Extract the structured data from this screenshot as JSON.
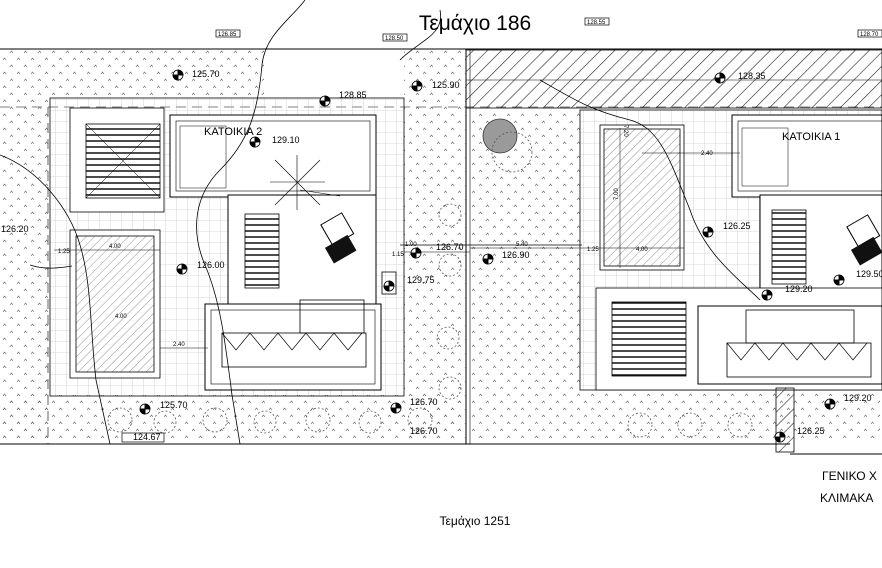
{
  "title_top": "Τεμάχιο 186",
  "title_bottom": "Τεμάχιο 1251",
  "houses": {
    "house2": "ΚΑΤΟΙΚΙΑ 2",
    "house1": "ΚΑΤΟΙΚΙΑ 1"
  },
  "legend_side": {
    "line1": "ΓΕΝΙΚΟ Χ",
    "line2": "ΚΛΙΜΑΚΑ"
  },
  "elevations": {
    "e1": "125.70",
    "e2": "128.85",
    "e3": "125.90",
    "e4": "129.10",
    "e5": "126.00",
    "e6": "126.70",
    "e7": "126.90",
    "e8": "129.75",
    "e9": "125.70",
    "e10": "126.70",
    "e11": "126.20",
    "e12": "124.67",
    "e13": "126.70",
    "e14": "128.35",
    "e15": "126.25",
    "e16": "129.50",
    "e17": "129.20",
    "e18": "129.20",
    "e19": "126.25"
  },
  "dimensions": {
    "d1": "4.00",
    "d2": "1.25",
    "d3": "2.40",
    "d4": "4.00",
    "d5": "2.40",
    "d6": "1.00",
    "d7": "1.15",
    "d8": "5.40",
    "d9": "1.25",
    "d10": "4.00",
    "d11": "7.00",
    "d12": "7.20"
  },
  "tags": {
    "t1": "126.85",
    "t2": "128.50",
    "t3": "128.55",
    "t4": "128.70"
  }
}
